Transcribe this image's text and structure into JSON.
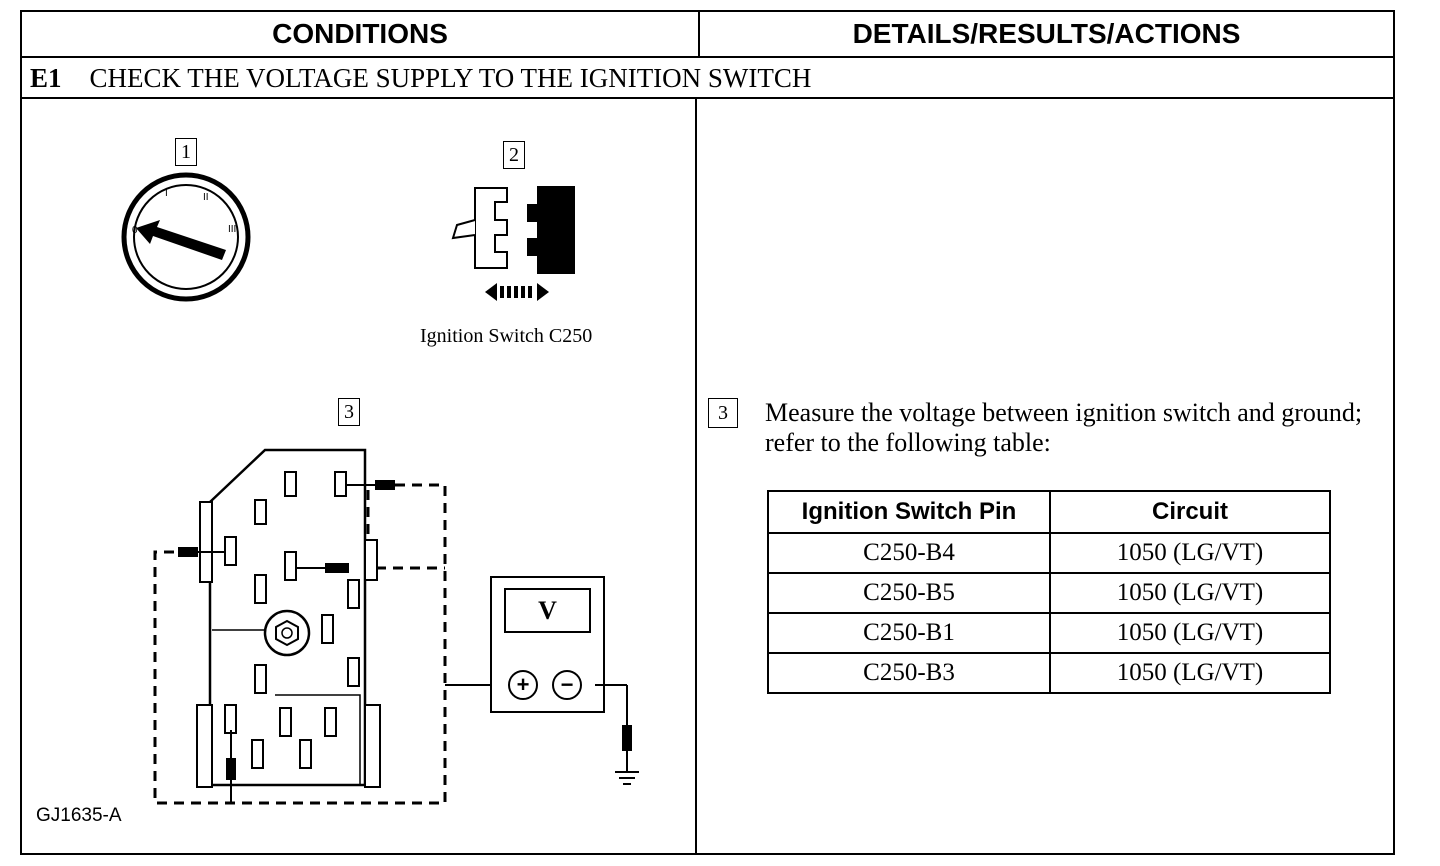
{
  "header": {
    "conditions": "CONDITIONS",
    "details": "DETAILS/RESULTS/ACTIONS"
  },
  "step": {
    "id": "E1",
    "title": "CHECK THE VOLTAGE SUPPLY TO THE IGNITION SWITCH"
  },
  "illustration": {
    "callouts": [
      "1",
      "2",
      "3"
    ],
    "switch_positions": [
      "0",
      "I",
      "II",
      "III"
    ],
    "connector_caption": "Ignition Switch C250",
    "meter_label": "V",
    "meter_plus": "+",
    "meter_minus": "−",
    "figure_id": "GJ1635-A"
  },
  "action": {
    "step_number": "3",
    "instruction": "Measure the voltage between ignition switch and ground; refer to the following table:"
  },
  "pin_table": {
    "headers": [
      "Ignition Switch Pin",
      "Circuit"
    ],
    "rows": [
      [
        "C250-B4",
        "1050 (LG/VT)"
      ],
      [
        "C250-B5",
        "1050 (LG/VT)"
      ],
      [
        "C250-B1",
        "1050 (LG/VT)"
      ],
      [
        "C250-B3",
        "1050 (LG/VT)"
      ]
    ]
  }
}
